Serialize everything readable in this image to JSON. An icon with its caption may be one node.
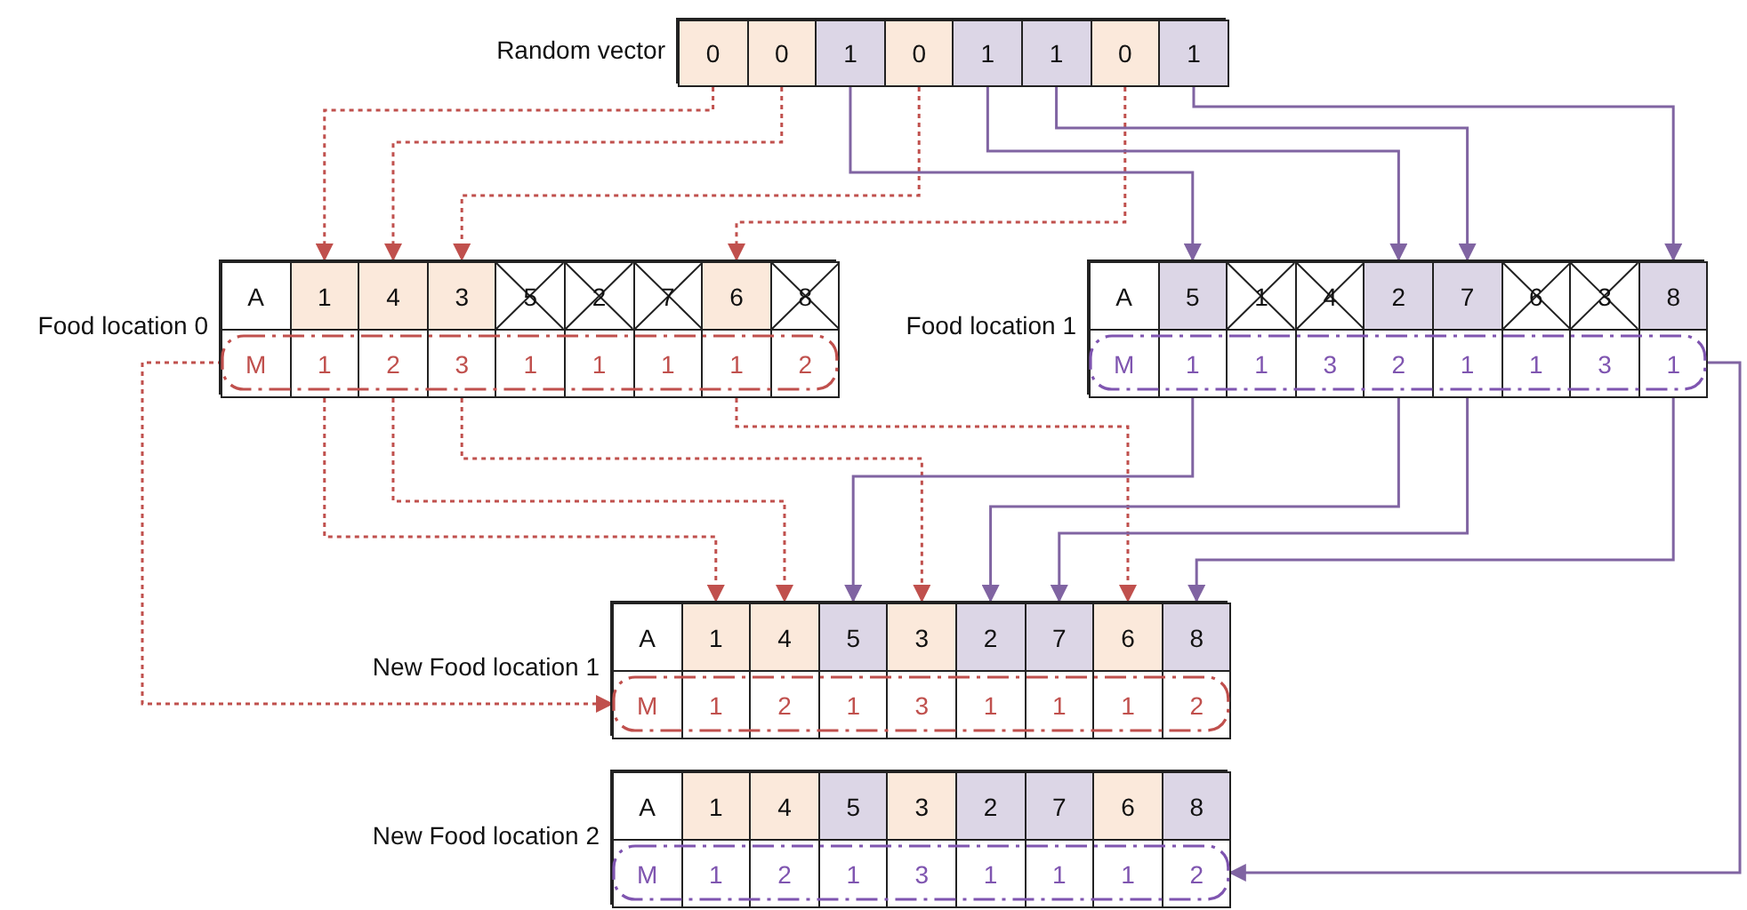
{
  "diagram": {
    "nodes": [
      {
        "text": [],
        "shape": "box",
        "beside": [
          "Random vector"
        ]
      },
      {
        "text": [
          "0"
        ],
        "in": 0
      },
      {
        "text": [
          "0"
        ],
        "in": 0
      },
      {
        "text": [
          "1"
        ],
        "in": 0
      },
      {
        "text": [
          "0"
        ],
        "in": 0
      },
      {
        "text": [
          "1"
        ],
        "in": 0
      },
      {
        "text": [
          "1"
        ],
        "in": 0
      },
      {
        "text": [
          "0"
        ],
        "in": 0
      },
      {
        "text": [
          "1"
        ],
        "in": 0
      },
      {
        "text": [],
        "shape": "box",
        "beside": [
          "Food location 0"
        ]
      },
      {
        "text": [
          "A"
        ],
        "in": 9
      },
      {
        "text": [
          "1"
        ],
        "in": 9
      },
      {
        "text": [
          "4"
        ],
        "in": 9
      },
      {
        "text": [
          "3"
        ],
        "in": 9
      },
      {
        "text": [
          "5"
        ],
        "in": 9
      },
      {
        "text": [
          "2"
        ],
        "in": 9
      },
      {
        "text": [
          "7"
        ],
        "in": 9
      },
      {
        "text": [
          "6"
        ],
        "in": 9
      },
      {
        "text": [
          "8"
        ],
        "in": 9
      },
      {
        "text": [],
        "shape": "box",
        "in": 9
      },
      {
        "text": [
          "M"
        ],
        "in": 9
      },
      {
        "text": [
          "1"
        ],
        "in": 9
      },
      {
        "text": [
          "2"
        ],
        "in": 9
      },
      {
        "text": [
          "3"
        ],
        "in": 9
      },
      {
        "text": [
          "1"
        ],
        "in": 9
      },
      {
        "text": [
          "1"
        ],
        "in": 9
      },
      {
        "text": [
          "1"
        ],
        "in": 9
      },
      {
        "text": [
          "1"
        ],
        "in": 9
      },
      {
        "text": [
          "2"
        ],
        "in": 9
      },
      {
        "text": [],
        "shape": "box",
        "beside": [
          "Food location 1"
        ]
      },
      {
        "text": [
          "A"
        ],
        "in": 29
      },
      {
        "text": [
          "5"
        ],
        "in": 29
      },
      {
        "text": [
          "1"
        ],
        "in": 29
      },
      {
        "text": [
          "4"
        ],
        "in": 29
      },
      {
        "text": [
          "2"
        ],
        "in": 29
      },
      {
        "text": [
          "7"
        ],
        "in": 29
      },
      {
        "text": [
          "6"
        ],
        "in": 29
      },
      {
        "text": [
          "3"
        ],
        "in": 29
      },
      {
        "text": [
          "8"
        ],
        "in": 29
      },
      {
        "text": [],
        "shape": "box",
        "in": 29
      },
      {
        "text": [
          "M"
        ],
        "in": 29
      },
      {
        "text": [
          "1"
        ],
        "in": 29
      },
      {
        "text": [
          "1"
        ],
        "in": 29
      },
      {
        "text": [
          "3"
        ],
        "in": 29
      },
      {
        "text": [
          "2"
        ],
        "in": 29
      },
      {
        "text": [
          "1"
        ],
        "in": 29
      },
      {
        "text": [
          "1"
        ],
        "in": 29
      },
      {
        "text": [
          "3"
        ],
        "in": 29
      },
      {
        "text": [
          "1"
        ],
        "in": 29
      },
      {
        "text": [],
        "shape": "box",
        "beside": [
          "New Food location 1"
        ]
      },
      {
        "text": [
          "A"
        ],
        "in": 49
      },
      {
        "text": [
          "1"
        ],
        "in": 49
      },
      {
        "text": [
          "4"
        ],
        "in": 49
      },
      {
        "text": [
          "5"
        ],
        "in": 49
      },
      {
        "text": [
          "3"
        ],
        "in": 49
      },
      {
        "text": [
          "2"
        ],
        "in": 49
      },
      {
        "text": [
          "7"
        ],
        "in": 49
      },
      {
        "text": [
          "6"
        ],
        "in": 49
      },
      {
        "text": [
          "8"
        ],
        "in": 49
      },
      {
        "text": [],
        "shape": "box",
        "in": 49
      },
      {
        "text": [
          "M"
        ],
        "in": 49
      },
      {
        "text": [
          "1"
        ],
        "in": 49
      },
      {
        "text": [
          "2"
        ],
        "in": 49
      },
      {
        "text": [
          "1"
        ],
        "in": 49
      },
      {
        "text": [
          "3"
        ],
        "in": 49
      },
      {
        "text": [
          "1"
        ],
        "in": 49
      },
      {
        "text": [
          "1"
        ],
        "in": 49
      },
      {
        "text": [
          "1"
        ],
        "in": 49
      },
      {
        "text": [
          "2"
        ],
        "in": 49
      },
      {
        "text": [],
        "shape": "box",
        "beside": [
          "New Food location 2"
        ]
      },
      {
        "text": [
          "A"
        ],
        "in": 69
      },
      {
        "text": [
          "1"
        ],
        "in": 69
      },
      {
        "text": [
          "4"
        ],
        "in": 69
      },
      {
        "text": [
          "5"
        ],
        "in": 69
      },
      {
        "text": [
          "3"
        ],
        "in": 69
      },
      {
        "text": [
          "2"
        ],
        "in": 69
      },
      {
        "text": [
          "7"
        ],
        "in": 69
      },
      {
        "text": [
          "6"
        ],
        "in": 69
      },
      {
        "text": [
          "8"
        ],
        "in": 69
      },
      {
        "text": [],
        "shape": "box",
        "in": 69
      },
      {
        "text": [
          "M"
        ],
        "in": 69
      },
      {
        "text": [
          "1"
        ],
        "in": 69
      },
      {
        "text": [
          "2"
        ],
        "in": 69
      },
      {
        "text": [
          "1"
        ],
        "in": 69
      },
      {
        "text": [
          "3"
        ],
        "in": 69
      },
      {
        "text": [
          "1"
        ],
        "in": 69
      },
      {
        "text": [
          "1"
        ],
        "in": 69
      },
      {
        "text": [
          "1"
        ],
        "in": 69
      },
      {
        "text": [
          "2"
        ],
        "in": 69
      }
    ],
    "edges": [
      {
        "from": 1,
        "to": 11,
        "arrow": "to",
        "style": "dashed",
        "color": "#c0504d"
      },
      {
        "from": 2,
        "to": 12,
        "arrow": "to",
        "style": "dashed",
        "color": "#c0504d"
      },
      {
        "from": 4,
        "to": 13,
        "arrow": "to",
        "style": "dashed",
        "color": "#c0504d"
      },
      {
        "from": 7,
        "to": 17,
        "arrow": "to",
        "style": "dashed",
        "color": "#c0504d"
      },
      {
        "from": 3,
        "to": 31,
        "arrow": "to",
        "color": "#8064a2"
      },
      {
        "from": 5,
        "to": 34,
        "arrow": "to",
        "color": "#8064a2"
      },
      {
        "from": 6,
        "to": 35,
        "arrow": "to",
        "color": "#8064a2"
      },
      {
        "from": 8,
        "to": 38,
        "arrow": "to",
        "color": "#8064a2"
      },
      {
        "from": 21,
        "to": 51,
        "arrow": "to",
        "style": "dashed",
        "color": "#c0504d"
      },
      {
        "from": 22,
        "to": 52,
        "arrow": "to",
        "style": "dashed",
        "color": "#c0504d"
      },
      {
        "from": 23,
        "to": 54,
        "arrow": "to",
        "style": "dashed",
        "color": "#c0504d"
      },
      {
        "from": 27,
        "to": 57,
        "arrow": "to",
        "style": "dashed",
        "color": "#c0504d"
      },
      {
        "from": 41,
        "to": 53,
        "arrow": "to",
        "color": "#8064a2"
      },
      {
        "from": 44,
        "to": 55,
        "arrow": "to",
        "color": "#8064a2"
      },
      {
        "from": 45,
        "to": 56,
        "arrow": "to",
        "color": "#8064a2"
      },
      {
        "from": 48,
        "to": 58,
        "arrow": "to",
        "color": "#8064a2"
      },
      {
        "from": 19,
        "to": 59,
        "arrow": "to",
        "style": "dashed",
        "color": "#c0504d"
      },
      {
        "from": 39,
        "to": 79,
        "arrow": "to",
        "color": "#8064a2"
      }
    ]
  }
}
